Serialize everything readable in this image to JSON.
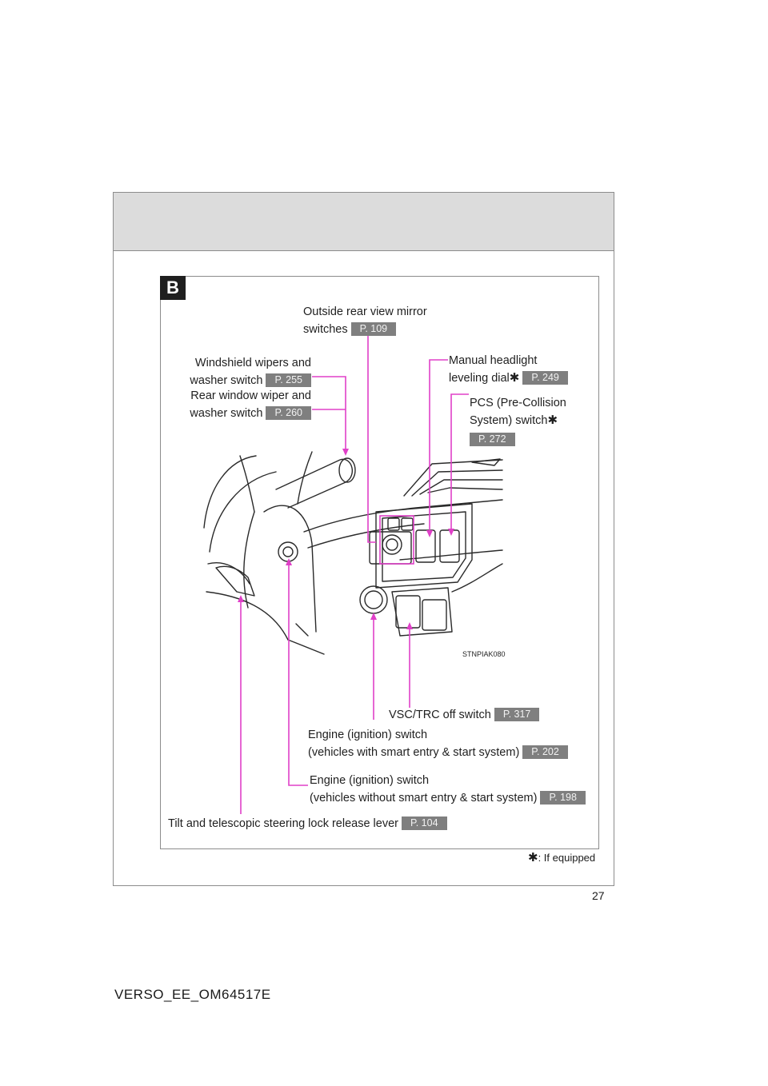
{
  "section_marker": "B",
  "labels": {
    "mirror": {
      "line1": "Outside rear view mirror",
      "line2": "switches",
      "ref": "P. 109"
    },
    "wipers": {
      "line1": "Windshield wipers and",
      "line2": "washer switch",
      "ref": "P. 255"
    },
    "rear_wiper": {
      "line1": "Rear window wiper and",
      "line2": "washer switch",
      "ref": "P. 260"
    },
    "headlight": {
      "line1": "Manual headlight",
      "line2": "leveling dial",
      "ref": "P. 249"
    },
    "pcs": {
      "line1": "PCS (Pre-Collision",
      "line2": "System) switch",
      "ref": "P. 272"
    },
    "vsc": {
      "line1": "VSC/TRC off switch",
      "ref": "P. 317"
    },
    "engine_smart": {
      "line1": "Engine (ignition) switch",
      "line2": "(vehicles with smart entry & start system)",
      "ref": "P. 202"
    },
    "engine_key": {
      "line1": "Engine (ignition) switch",
      "line2": "(vehicles without smart entry & start system)",
      "ref": "P. 198"
    },
    "tilt": {
      "line1": "Tilt and telescopic steering lock release lever",
      "ref": "P. 104"
    }
  },
  "star_glyph": "✱",
  "illustration_code": "STNPIAK080",
  "footnote": ": If equipped",
  "page_number": "27",
  "document_code": "VERSO_EE_OM64517E",
  "colors": {
    "leader": "#e040c8",
    "ref_badge": "#7f7f7f",
    "band": "#dcdcdc"
  }
}
